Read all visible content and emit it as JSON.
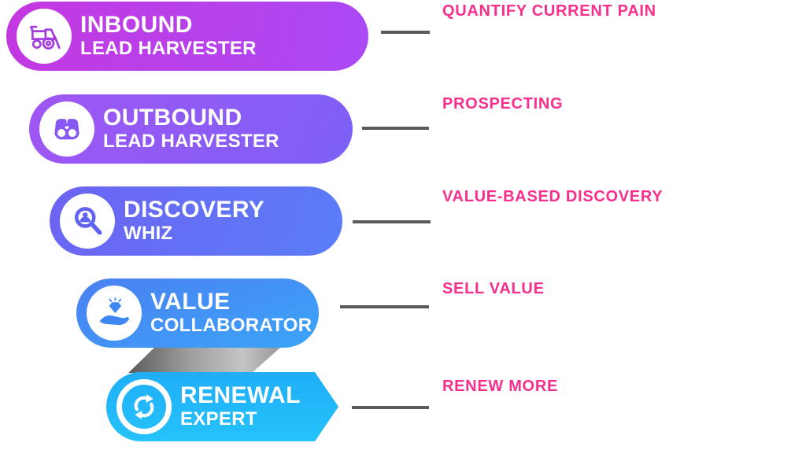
{
  "accent": {
    "label_color": "#f72e8c",
    "line_color": "#5a5a5a",
    "background": "#ffffff",
    "ribbon_gray_from": "#5c5c5c",
    "ribbon_gray_to": "#c4c4c4"
  },
  "stages": [
    {
      "title": "INBOUND",
      "subtitle": "LEAD HARVESTER",
      "label": "QUANTIFY CURRENT PAIN",
      "icon": "harvester-icon",
      "gradient_angle": 100,
      "gradient_from": "#c438e0",
      "gradient_to": "#ab49f5",
      "glyph_color": "#a53cdd"
    },
    {
      "title": "OUTBOUND",
      "subtitle": "LEAD HARVESTER",
      "label": "PROSPECTING",
      "icon": "binoculars-icon",
      "gradient_angle": 115,
      "gradient_from": "#a156f3",
      "gradient_to": "#7d60f7",
      "glyph_color": "#8657f2"
    },
    {
      "title": "DISCOVERY",
      "subtitle": "WHIZ",
      "label": "VALUE-BASED DISCOVERY",
      "icon": "magnifier-person-icon",
      "gradient_angle": 115,
      "gradient_from": "#6d63f3",
      "gradient_to": "#5a7df8",
      "glyph_color": "#6062f0"
    },
    {
      "title": "VALUE",
      "subtitle": "COLLABORATOR",
      "label": "SELL VALUE",
      "icon": "hand-diamond-icon",
      "gradient_angle": 160,
      "gradient_from": "#4b80f2",
      "gradient_to": "#3ba4f8",
      "glyph_color": "#3f87f3"
    },
    {
      "title": "RENEWAL",
      "subtitle": "EXPERT",
      "label": "RENEW MORE",
      "icon": "refresh-icon",
      "gradient_angle": 180,
      "gradient_from": "#20aef7",
      "gradient_to": "#25c2fb",
      "glyph_color": "#ffffff"
    }
  ]
}
